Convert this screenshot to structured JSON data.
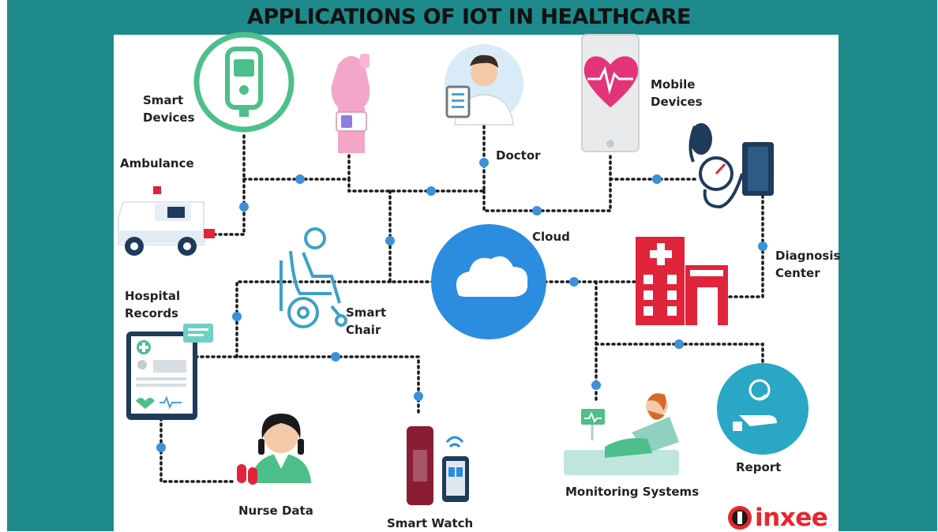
{
  "title": "APPLICATIONS OF IOT IN HEALTHCARE",
  "nodes": {
    "smart_devices": {
      "line1": "Smart",
      "line2": "Devices",
      "icon": "glucometer-icon"
    },
    "smart_band": {
      "icon": "smart-band-icon"
    },
    "doctor": {
      "label": "Doctor",
      "icon": "doctor-icon"
    },
    "mobile_devices": {
      "line1": "Mobile",
      "line2": "Devices",
      "icon": "heart-phone-icon"
    },
    "ambulance": {
      "label": "Ambulance",
      "icon": "ambulance-icon"
    },
    "diagnosis_center": {
      "line1": "Diagnosis",
      "line2": "Center",
      "icon": "blood-pressure-icon"
    },
    "cloud": {
      "label": "Cloud",
      "icon": "cloud-icon"
    },
    "hospital": {
      "icon": "hospital-icon"
    },
    "smart_chair": {
      "line1": "Smart",
      "line2": "Chair",
      "icon": "wheelchair-icon"
    },
    "hospital_records": {
      "line1": "Hospital",
      "line2": "Records",
      "icon": "medical-record-tablet-icon"
    },
    "nurse_data": {
      "label": "Nurse Data",
      "icon": "nurse-icon"
    },
    "smart_watch": {
      "label": "Smart Watch",
      "icon": "smart-watch-icon"
    },
    "monitoring_systems": {
      "label": "Monitoring Systems",
      "icon": "patient-bed-icon"
    },
    "report": {
      "label": "Report",
      "icon": "report-icon"
    }
  },
  "logo": {
    "text": "inxee",
    "icon": "inxee-logo-icon"
  },
  "colors": {
    "frame": "#1e8a8b",
    "connector": "#1b1b1b",
    "node_dot": "#3d8fd6",
    "cloud": "#2b8ce0",
    "hospital_red": "#e0243a",
    "brand_red": "#e8262c"
  }
}
